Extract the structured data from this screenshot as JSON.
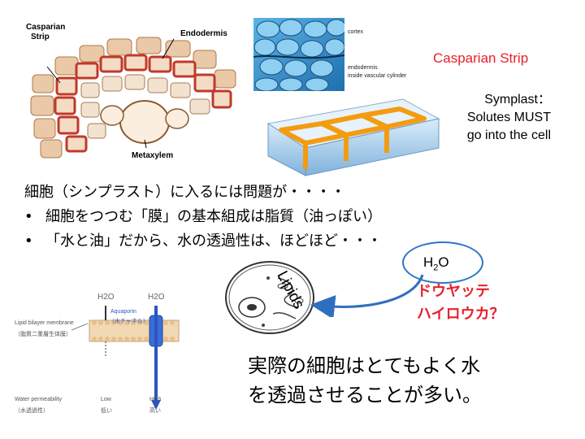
{
  "title": "Casparian Strip",
  "symplast": {
    "line1": "Symplast：",
    "line2": "Solutes MUST",
    "line3": "go into the cell"
  },
  "root_figure": {
    "label_strip_1": "Casparian",
    "label_strip_2": "Strip",
    "label_endodermis": "Endodermis",
    "label_metaxylem": "Metaxylem"
  },
  "micrograph": {
    "label_cortex": "cortex",
    "label_endodermis": "endodermis",
    "label_inside": "inside vascular cylinder"
  },
  "text": {
    "line1": "細胞（シンプラスト）に入るには問題が・・・・",
    "bullet": "•",
    "line2": "細胞をつつむ「膜」の基本組成は脂質（油っぽい）",
    "line3": "「水と油」だから、水の透過性は、ほどほど・・・"
  },
  "cell": {
    "lipids": "Lipids",
    "h2o_1": "H",
    "h2o_2": "2",
    "h2o_3": "O"
  },
  "question": {
    "line1": "ドウヤッテ",
    "line2": "ハイロウカ？"
  },
  "membrane": {
    "h2o_left": "H2O",
    "h2o_right": "H2O",
    "lipid_bilayer": "Lipid bilayer membrane",
    "lipid_bilayer_jp": "（脂質二重層生体膜）",
    "aquaporin": "Aquaporin",
    "aquaporin_jp": "（水チャネル）",
    "water_permeability": "Water permeability",
    "water_permeability_jp": "（水透過性）",
    "low": "Low",
    "low_jp": "低い",
    "high": "High",
    "high_jp": "高い"
  },
  "conclusion": {
    "line1": "実際の細胞はとてもよく水",
    "line2": "を透過させることが多い。"
  }
}
